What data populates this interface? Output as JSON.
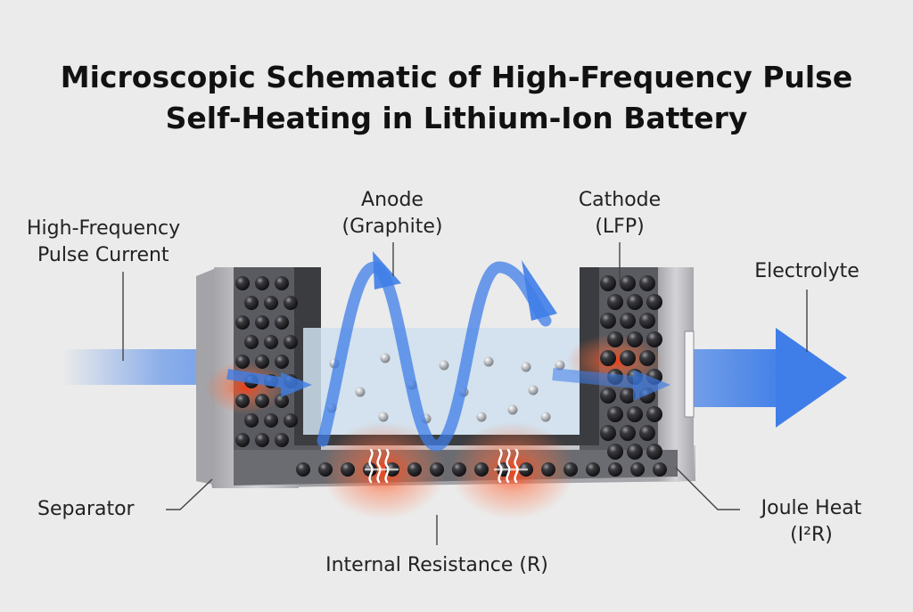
{
  "title": {
    "line1": "Microscopic Schematic of High-Frequency Pulse",
    "line2": "Self-Heating in Lithium-Ion Battery"
  },
  "labels": {
    "pulse_current": [
      "High-Frequency",
      "Pulse Current"
    ],
    "anode": [
      "Anode",
      "(Graphite)"
    ],
    "cathode": [
      "Cathode",
      "(LFP)"
    ],
    "electrolyte": "Electrolyte",
    "separator": "Separator",
    "internal_resistance": "Internal Resistance (R)",
    "joule_heat": [
      "Joule Heat",
      "(I²R)"
    ]
  },
  "colors": {
    "background": "#ebebeb",
    "current_blue": "#3f7ee8",
    "heat_red": "#ff4a1f",
    "casing_gray": "#b9b9bd",
    "electrode_dark": "#4a4b50",
    "electrolyte_tint": "#cfe1ee"
  },
  "icons": {
    "heat": "heat-waves-icon",
    "arrow": "arrow-right-icon"
  }
}
